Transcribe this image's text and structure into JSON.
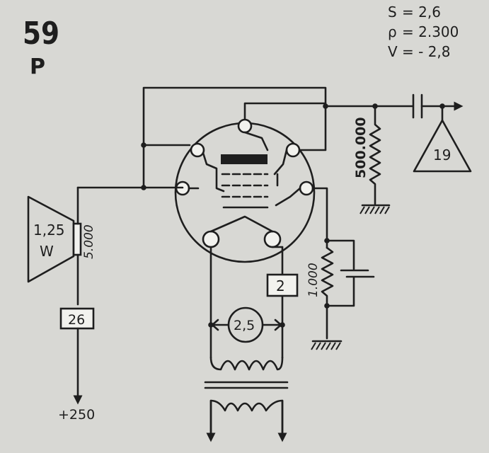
{
  "tube": {
    "number": "59",
    "type": "P"
  },
  "parameters": [
    {
      "symbol": "S",
      "value": "= 2,6"
    },
    {
      "symbol": "ρ",
      "value": "= 2.300"
    },
    {
      "symbol": "V",
      "value": "= - 2,8"
    }
  ],
  "speaker": {
    "power": "1,25",
    "unit": "W",
    "impedance": "5.000"
  },
  "grid_resistor": "500.000",
  "driver_stage": "19",
  "cathode_resistor": "1.000",
  "filament_pin_label": "2",
  "heater_voltage": "2,5",
  "plate_pin_label": "26",
  "supply_voltage": "+250"
}
